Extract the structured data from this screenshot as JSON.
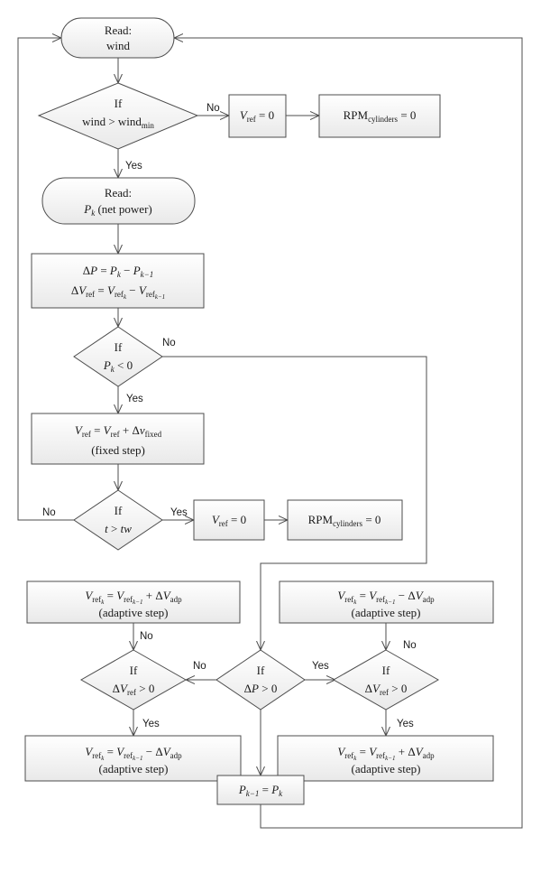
{
  "flowchart": {
    "start": {
      "line1": "Read:",
      "line2": "wind"
    },
    "decision_wind": {
      "if": "If",
      "cond_main": "wind > wind",
      "cond_sub": "min"
    },
    "vref_zero_1": {
      "v": "V",
      "sub": "ref",
      "rest": " = 0"
    },
    "rpm_zero_1": {
      "main": "RPM",
      "sub": "cylinders",
      "rest": " = 0"
    },
    "read_pk": {
      "line1": "Read:",
      "p": "P",
      "k": "k",
      "rest": " (net power)"
    },
    "delta_box": {
      "line1": {
        "d": "Δ",
        "p": "P",
        "eq": " = ",
        "pk": "P",
        "k": "k",
        "minus": " − ",
        "pk1": "P",
        "k1": "k−1"
      },
      "line2": {
        "d": "Δ",
        "v": "V",
        "ref": "ref",
        "eq": " = ",
        "v2": "V",
        "ref2": "ref",
        "k": "k",
        "minus": " − ",
        "v3": "V",
        "ref3": "ref",
        "k1": "k−1"
      }
    },
    "decision_pk": {
      "if": "If",
      "p": "P",
      "k": "k",
      "rest": " < 0"
    },
    "fixed_box": {
      "v": "V",
      "ref": "ref",
      "eq": " = ",
      "v2": "V",
      "ref2": "ref",
      "plus": " + Δ",
      "nu": "v",
      "fixed": "fixed",
      "line2": "(fixed step)"
    },
    "decision_t": {
      "if": "If",
      "t": "t",
      "gt": " > ",
      "tw": "tw"
    },
    "vref_zero_2": {
      "v": "V",
      "sub": "ref",
      "rest": " = 0"
    },
    "rpm_zero_2": {
      "main": "RPM",
      "sub": "cylinders",
      "rest": " = 0"
    },
    "adp_left_top": {
      "v": "V",
      "ref": "ref",
      "k": "k",
      "eq": " = ",
      "v2": "V",
      "ref2": "ref",
      "k1": "k−1",
      "op": " + Δ",
      "v3": "V",
      "adp": "adp",
      "line2": "(adaptive step)"
    },
    "adp_right_top": {
      "v": "V",
      "ref": "ref",
      "k": "k",
      "eq": " = ",
      "v2": "V",
      "ref2": "ref",
      "k1": "k−1",
      "op": " − Δ",
      "v3": "V",
      "adp": "adp",
      "line2": "(adaptive step)"
    },
    "decision_dvref_left": {
      "if": "If",
      "d": "Δ",
      "v": "V",
      "ref": "ref",
      "rest": " > 0"
    },
    "decision_dp": {
      "if": "If",
      "d": "Δ",
      "p": "P",
      "rest": " > 0"
    },
    "decision_dvref_right": {
      "if": "If",
      "d": "Δ",
      "v": "V",
      "ref": "ref",
      "rest": " > 0"
    },
    "adp_left_bottom": {
      "v": "V",
      "ref": "ref",
      "k": "k",
      "eq": " = ",
      "v2": "V",
      "ref2": "ref",
      "k1": "k−1",
      "op": " − Δ",
      "v3": "V",
      "adp": "adp",
      "line2": "(adaptive step)"
    },
    "adp_right_bottom": {
      "v": "V",
      "ref": "ref",
      "k": "k",
      "eq": " = ",
      "v2": "V",
      "ref2": "ref",
      "k1": "k−1",
      "op": " + Δ",
      "v3": "V",
      "adp": "adp",
      "line2": "(adaptive step)"
    },
    "update_pk": {
      "p": "P",
      "k1": "k−1",
      "eq": " = ",
      "p2": "P",
      "k": "k"
    },
    "labels": {
      "no_wind": "No",
      "yes_wind": "Yes",
      "no_pk": "No",
      "yes_pk": "Yes",
      "no_t": "No",
      "yes_t": "Yes",
      "no_left": "No",
      "no_dp": "No",
      "yes_dp": "Yes",
      "no_right": "No",
      "yes_left": "Yes",
      "yes_right": "Yes"
    }
  }
}
